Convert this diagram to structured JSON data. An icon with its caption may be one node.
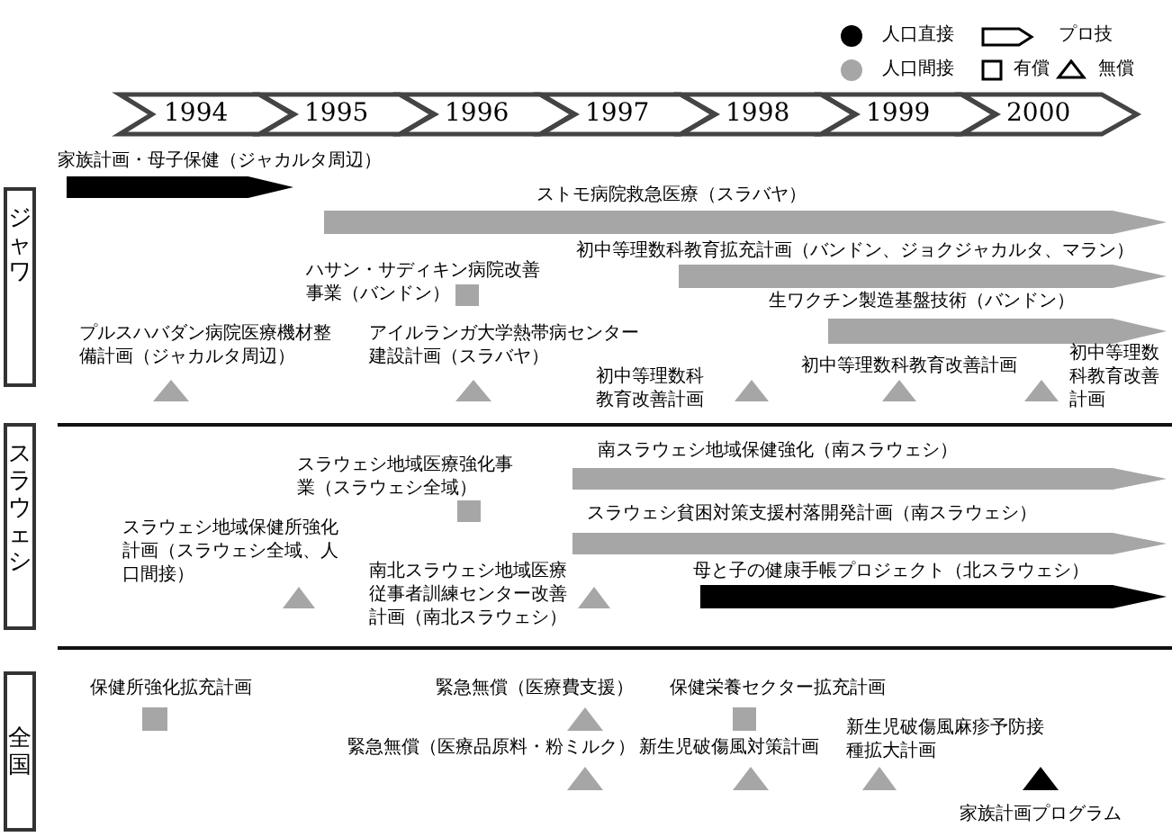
{
  "diagram": {
    "nodes": [
      {
        "text": [
          "1994"
        ]
      },
      {
        "text": [
          "1995"
        ]
      },
      {
        "text": [
          "1996"
        ]
      },
      {
        "text": [
          "1997"
        ]
      },
      {
        "text": [
          "1998"
        ]
      },
      {
        "text": [
          "1999"
        ]
      },
      {
        "text": [
          "2000"
        ]
      },
      {
        "text": [
          "ジャワ"
        ]
      },
      {
        "text": [
          "スラウェシ"
        ]
      },
      {
        "text": [
          "全国"
        ]
      },
      {
        "text": [
          "家族計画・母子保健（ジャカルタ周辺）"
        ]
      },
      {
        "text": [
          "ストモ病院救急医療（スラバヤ）"
        ]
      },
      {
        "text": [
          "初中等理数科教育拡充計画（バンドン、ジョクジャカルタ、マラン）"
        ]
      },
      {
        "text": [
          "ハサン・サディキン病院改善事業（バンドン）"
        ]
      },
      {
        "text": [
          "生ワクチン製造基盤技術（バンドン）"
        ]
      },
      {
        "text": [
          "プルスハバダン病院医療機材整備計画（ジャカルタ周辺）"
        ]
      },
      {
        "text": [
          "アイルランガ大学熱帯病センター建設計画（スラバヤ）"
        ]
      },
      {
        "text": [
          "初中等理数科教育改善計画"
        ]
      },
      {
        "text": [
          "初中等理数科教育改善計画"
        ]
      },
      {
        "text": [
          "初中等理数科教育改善計画"
        ]
      },
      {
        "text": [
          "南スラウェシ地域保健強化（南スラウェシ）"
        ]
      },
      {
        "text": [
          "スラウェシ地域医療強化事業（スラウェシ全域）"
        ]
      },
      {
        "text": [
          "スラウェシ貧困対策支援村落開発計画（南スラウェシ）"
        ]
      },
      {
        "text": [
          "スラウェシ地域保健所強化計画（スラウェシ全域、人口間接）"
        ]
      },
      {
        "text": [
          "南北スラウェシ地域医療従事者訓練センター改善計画（南北スラウェシ）"
        ]
      },
      {
        "text": [
          "母と子の健康手帳プロジェクト（北スラウェシ）"
        ]
      },
      {
        "text": [
          "保健所強化拡充計画"
        ]
      },
      {
        "text": [
          "緊急無償（医療費支援）"
        ]
      },
      {
        "text": [
          "保健栄養セクター拡充計画"
        ]
      },
      {
        "text": [
          "緊急無償（医療品原料・粉ミルク）"
        ]
      },
      {
        "text": [
          "新生児破傷風対策計画"
        ]
      },
      {
        "text": [
          "新生児破傷風麻疹予防接種拡大計画"
        ]
      },
      {
        "text": [
          "家族計画プログラム"
        ]
      }
    ],
    "legend": [
      {
        "text": "人口直接",
        "color": "#000000"
      },
      {
        "text": "人口間接",
        "color": "#a6a6a6"
      },
      {
        "text": "プロ技"
      },
      {
        "text": "有償"
      },
      {
        "text": "無償"
      }
    ]
  }
}
